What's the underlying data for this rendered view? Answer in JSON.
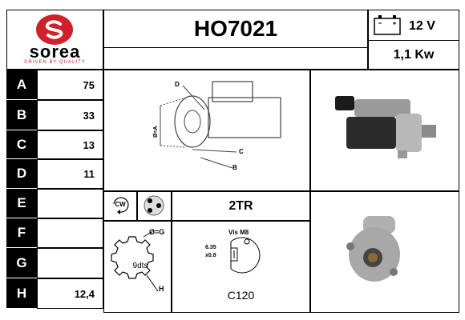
{
  "brand": {
    "name": "sorea",
    "tagline": "DRIVEN BY QUALITY",
    "logo_color": "#d0202a"
  },
  "header": {
    "part_number": "HO7021",
    "voltage": "12 V",
    "power": "1,1 Kw"
  },
  "specs": [
    {
      "label": "A",
      "value": "75"
    },
    {
      "label": "B",
      "value": "33"
    },
    {
      "label": "C",
      "value": "13"
    },
    {
      "label": "D",
      "value": "11"
    },
    {
      "label": "E",
      "value": ""
    },
    {
      "label": "F",
      "value": ""
    },
    {
      "label": "G",
      "value": ""
    },
    {
      "label": "H",
      "value": "12,4"
    }
  ],
  "diagram": {
    "labels": [
      "D",
      "C",
      "B",
      "Ø=A"
    ]
  },
  "rotation": {
    "direction": "CW",
    "mount": "2TR"
  },
  "gear": {
    "teeth": "9dts",
    "diameter_label": "Ø=G",
    "h_label": "H"
  },
  "connector": {
    "title": "Vis M8",
    "dim1": "6.35",
    "dim2": "x0.8",
    "code": "C120"
  }
}
